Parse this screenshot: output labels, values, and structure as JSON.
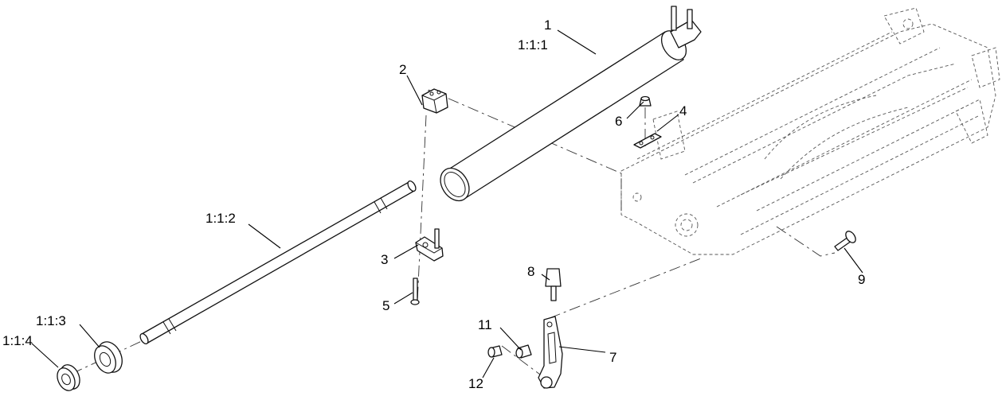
{
  "diagram": {
    "callouts": {
      "c1": "1",
      "c1_1_1": "1:1:1",
      "c2": "2",
      "c3": "3",
      "c4": "4",
      "c5": "5",
      "c6": "6",
      "c7": "7",
      "c8": "8",
      "c9": "9",
      "c11": "11",
      "c12": "12",
      "c1_1_2": "1:1:2",
      "c1_1_3": "1:1:3",
      "c1_1_4": "1:1:4"
    }
  }
}
